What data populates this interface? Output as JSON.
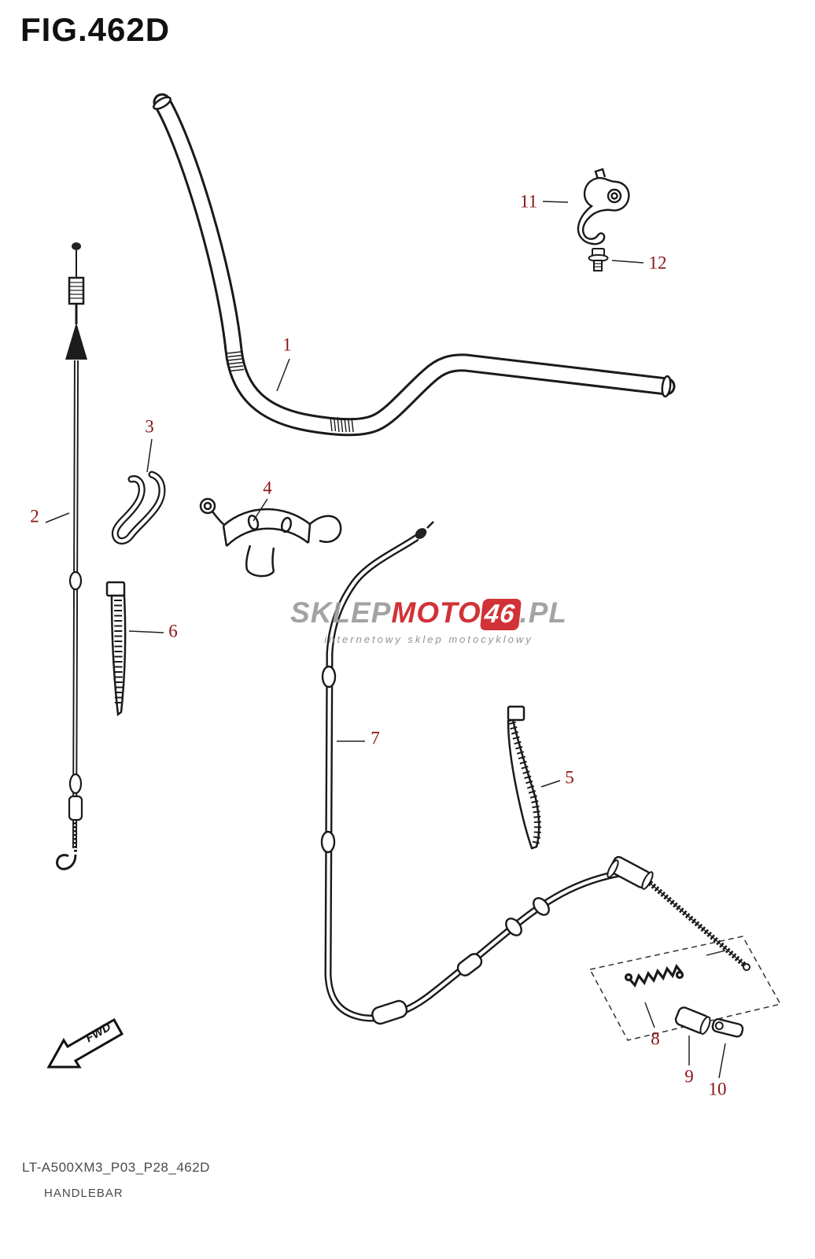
{
  "figure": {
    "title": "FIG.462D",
    "code": "LT-A500XM3_P03_P28_462D",
    "name": "HANDLEBAR"
  },
  "fwd": {
    "label": "FWD"
  },
  "watermark": {
    "word1": "SKLEP",
    "word2": "MOTO",
    "badge": "46",
    "suffix": ".PL",
    "tagline": "internetowy sklep motocyklowy"
  },
  "colors": {
    "label_text": "#8A1414",
    "line_art": "#1A1A1A",
    "watermark_red": "#CE2127",
    "watermark_gray": "#9C9C9C"
  },
  "parts": [
    {
      "number": "1"
    },
    {
      "number": "2"
    },
    {
      "number": "3"
    },
    {
      "number": "4"
    },
    {
      "number": "5"
    },
    {
      "number": "6"
    },
    {
      "number": "7"
    },
    {
      "number": "8"
    },
    {
      "number": "9"
    },
    {
      "number": "10"
    },
    {
      "number": "11"
    },
    {
      "number": "12"
    }
  ]
}
